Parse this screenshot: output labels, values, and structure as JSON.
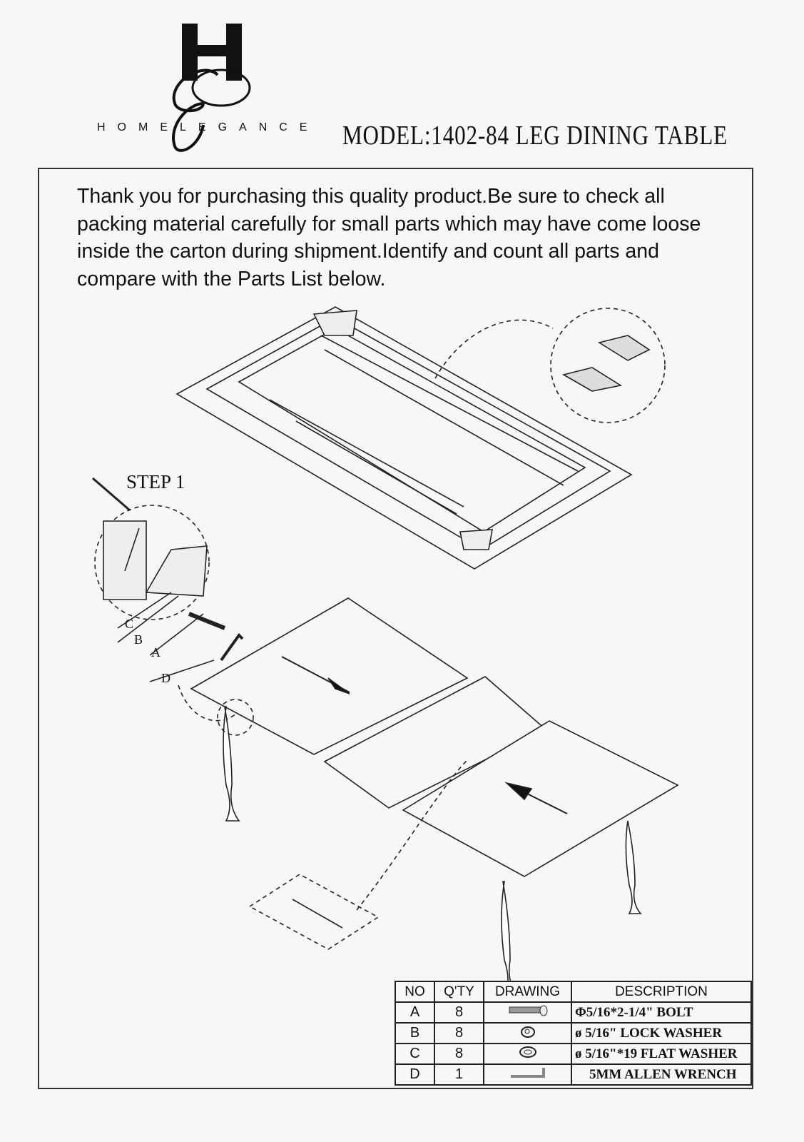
{
  "brand": {
    "logo_letters": "HE",
    "name": "HOMELEGANCE"
  },
  "title": "MODEL:1402-84 LEG DINING TABLE",
  "intro": "Thank you for purchasing this quality product.Be sure to check all packing material carefully for small parts which may have come loose inside the carton during shipment.Identify and count all parts and compare with the Parts List below.",
  "step_label": "STEP 1",
  "callouts": [
    "C",
    "B",
    "A",
    "D"
  ],
  "parts_table": {
    "headers": [
      "NO",
      "Q'TY",
      "DRAWING",
      "DESCRIPTION"
    ],
    "rows": [
      {
        "no": "A",
        "qty": "8",
        "drawing": "bolt-icon",
        "description": "Φ5/16*2-1/4\" BOLT"
      },
      {
        "no": "B",
        "qty": "8",
        "drawing": "lock-washer-icon",
        "description": "ø 5/16\" LOCK WASHER"
      },
      {
        "no": "C",
        "qty": "8",
        "drawing": "flat-washer-icon",
        "description": "ø 5/16\"*19 FLAT WASHER"
      },
      {
        "no": "D",
        "qty": "1",
        "drawing": "allen-wrench-icon",
        "description": "5MM ALLEN WRENCH"
      }
    ]
  }
}
